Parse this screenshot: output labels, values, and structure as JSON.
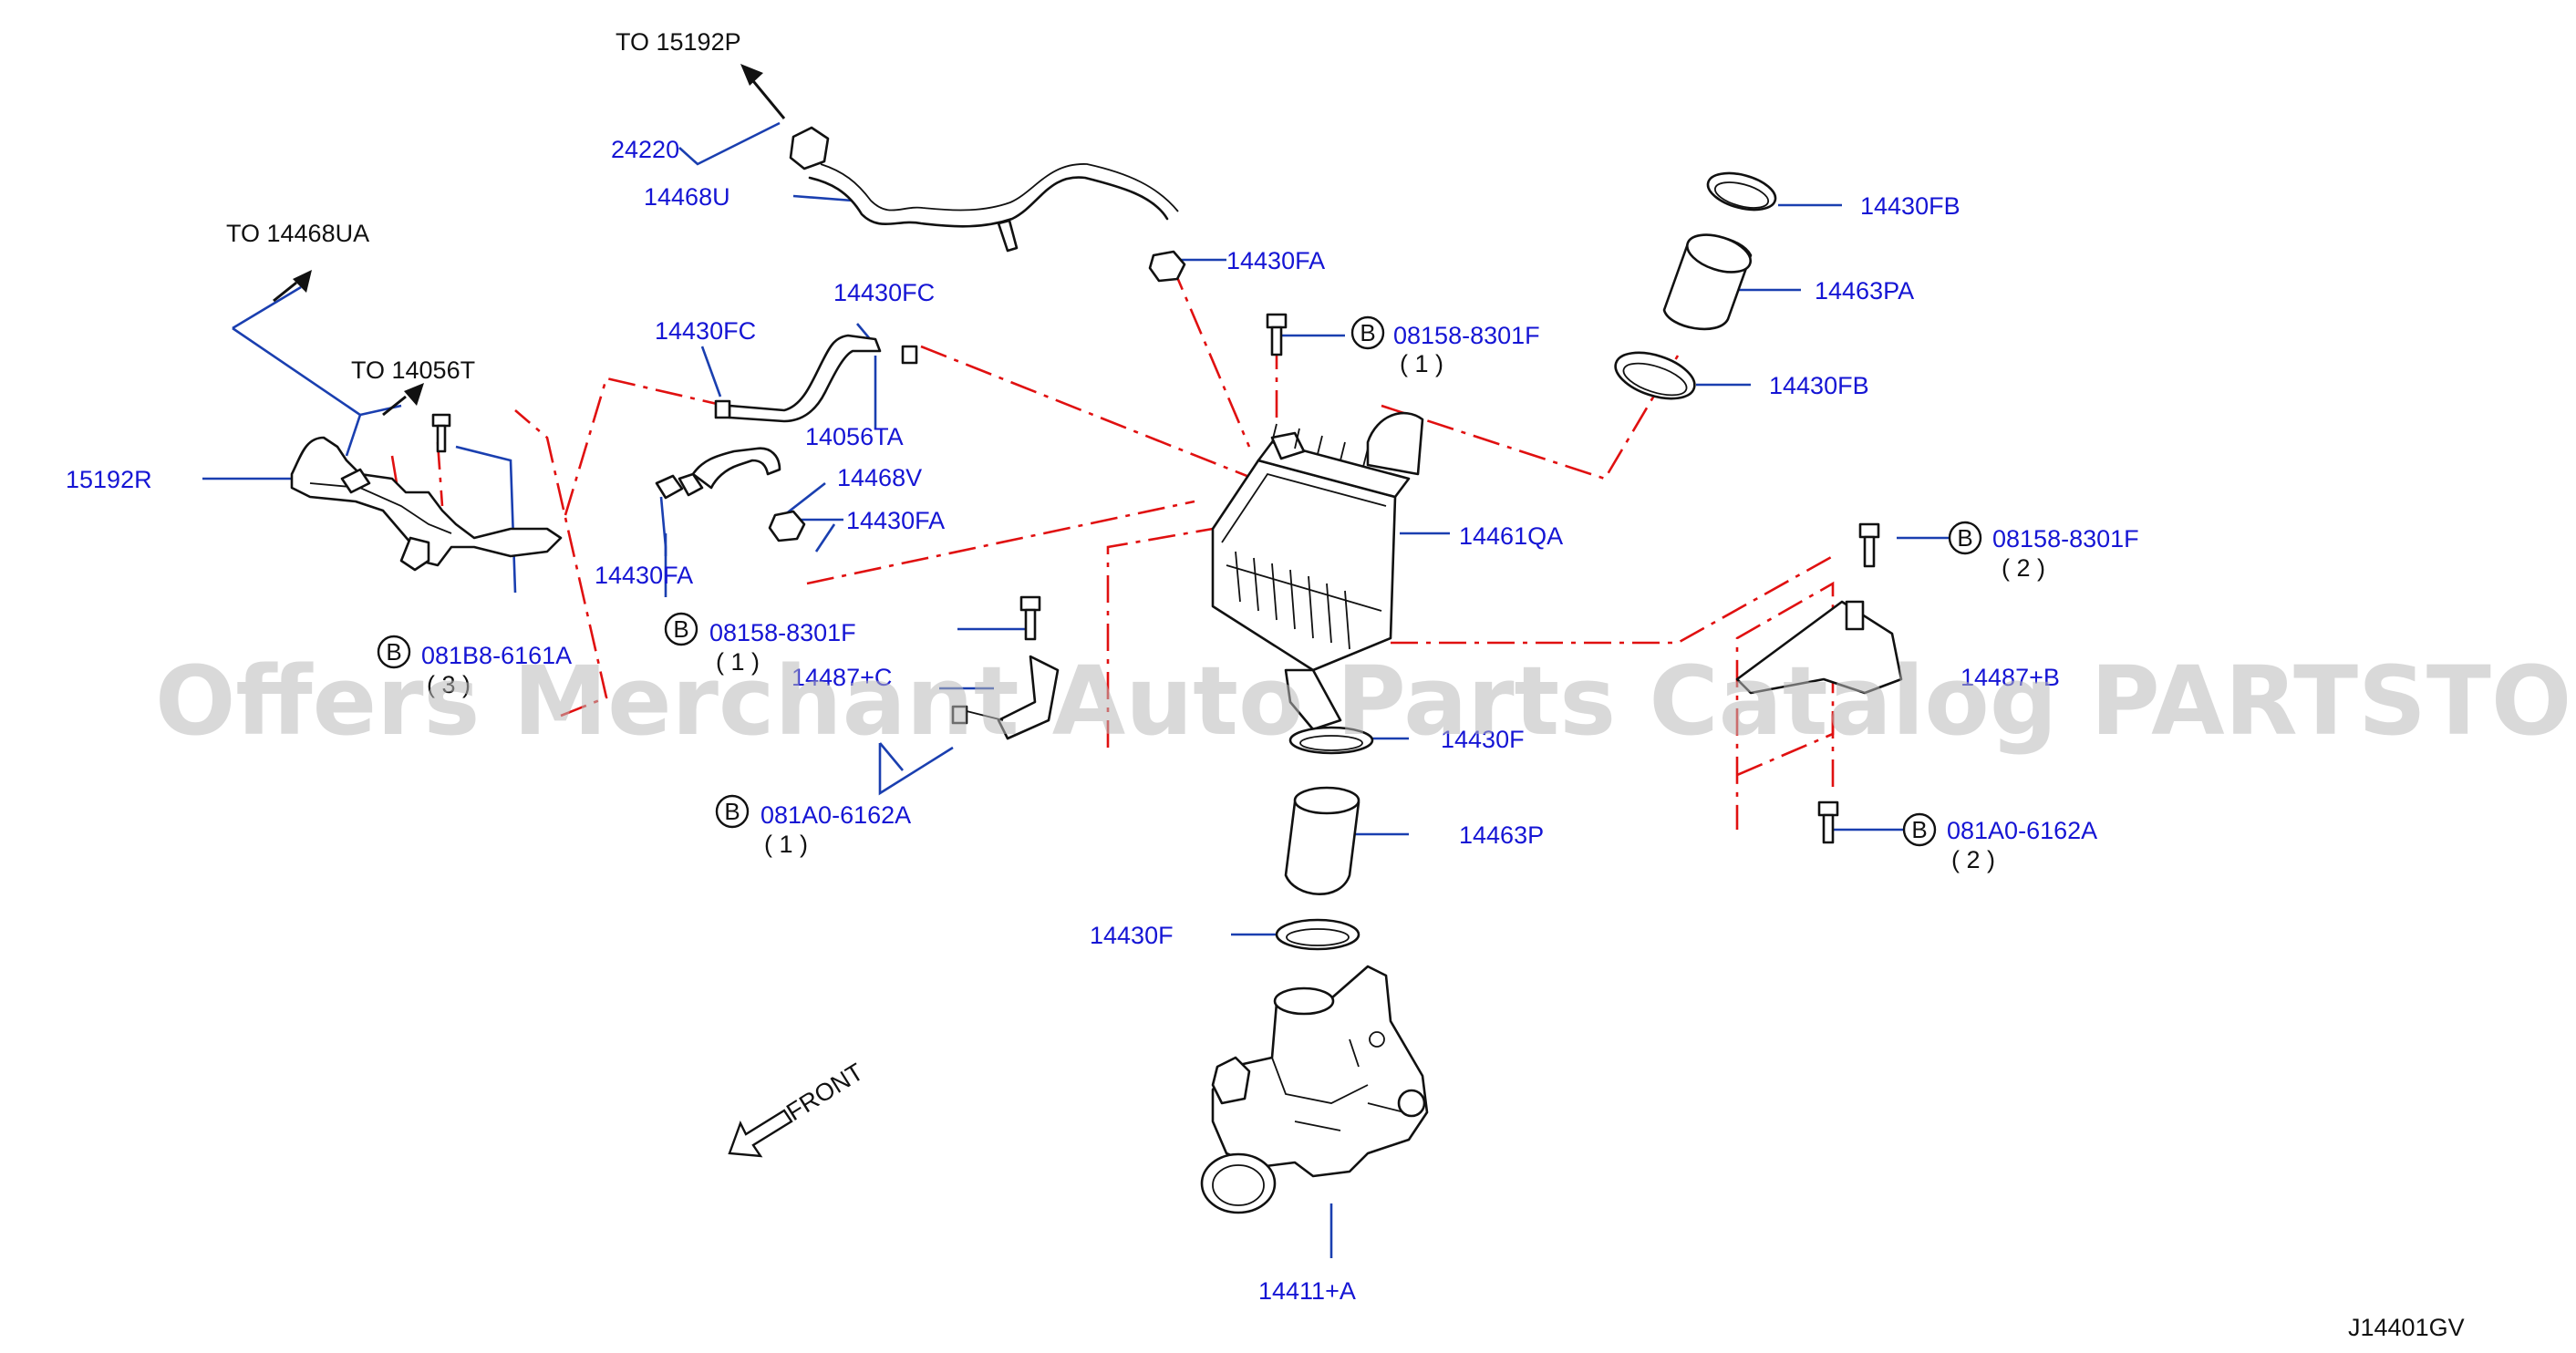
{
  "labels": {
    "to_15192p": "TO  15192P",
    "to_14468ua": "TO  14468UA",
    "to_14056t": "TO  14056T",
    "p24220": "24220",
    "p14468u": "14468U",
    "p14430fa_top": "14430FA",
    "p14430fc_left": "14430FC",
    "p14430fc_right": "14430FC",
    "p14056ta": "14056TA",
    "p15192r": "15192R",
    "p14468v": "14468V",
    "p14430fa_mid": "14430FA",
    "p14430fa_low": "14430FA",
    "p081b8": "081B8-6161A",
    "p081b8_qty": "( 3 )",
    "p08158_c": "08158-8301F",
    "p08158_c_qty": "( 1 )",
    "p14487c": "14487+C",
    "p081a0_l": "081A0-6162A",
    "p081a0_l_qty": "( 1 )",
    "p08158_top": "08158-8301F",
    "p08158_top_qty": "( 1 )",
    "p14461qa": "14461QA",
    "p14430fb_top": "14430FB",
    "p14463pa": "14463PA",
    "p14430fb_low": "14430FB",
    "p08158_r": "08158-8301F",
    "p08158_r_qty": "( 2 )",
    "p14487b": "14487+B",
    "p081a0_r": "081A0-6162A",
    "p081a0_r_qty": "( 2 )",
    "p14430f_top": "14430F",
    "p14463p": "14463P",
    "p14430f_low": "14430F",
    "p14411a": "14411+A",
    "front": "FRONT",
    "diagram_id": "J14401GV",
    "b_marker": "B"
  },
  "watermark": "Offers Merchant Auto Parts Catalog PARTSTORE.SA",
  "colors": {
    "label": "#1515d4",
    "leader": "#1a3fb0",
    "dash": "#e01010",
    "part": "#111111"
  }
}
